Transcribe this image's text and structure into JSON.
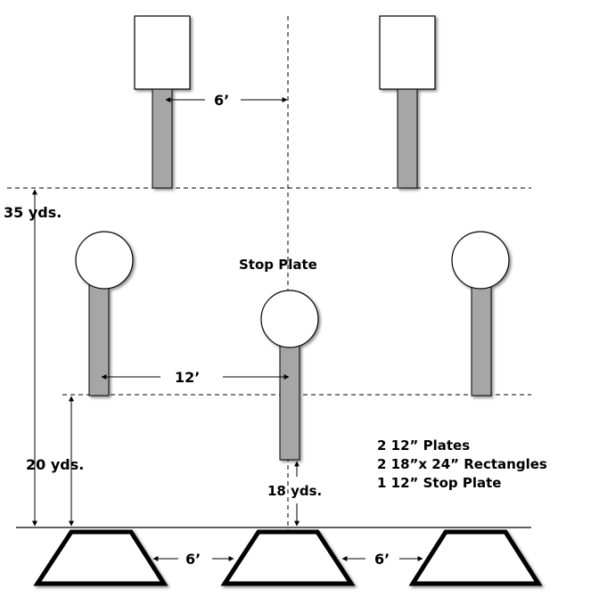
{
  "labels": {
    "steel_spacing": "6’",
    "plate_spacing": "12’",
    "stop_plate": "Stop Plate",
    "dist_far": "35 yds.",
    "dist_mid": "20 yds.",
    "dist_stop": "18 yds.",
    "box_left_gap": "6’",
    "box_right_gap": "6’"
  },
  "legend": [
    "2 12” Plates",
    "2 18”x 24” Rectangles",
    "1 12” Stop Plate"
  ],
  "colors": {
    "post_fill": "#a6a6a6",
    "line": "#000000",
    "background": "#ffffff"
  }
}
